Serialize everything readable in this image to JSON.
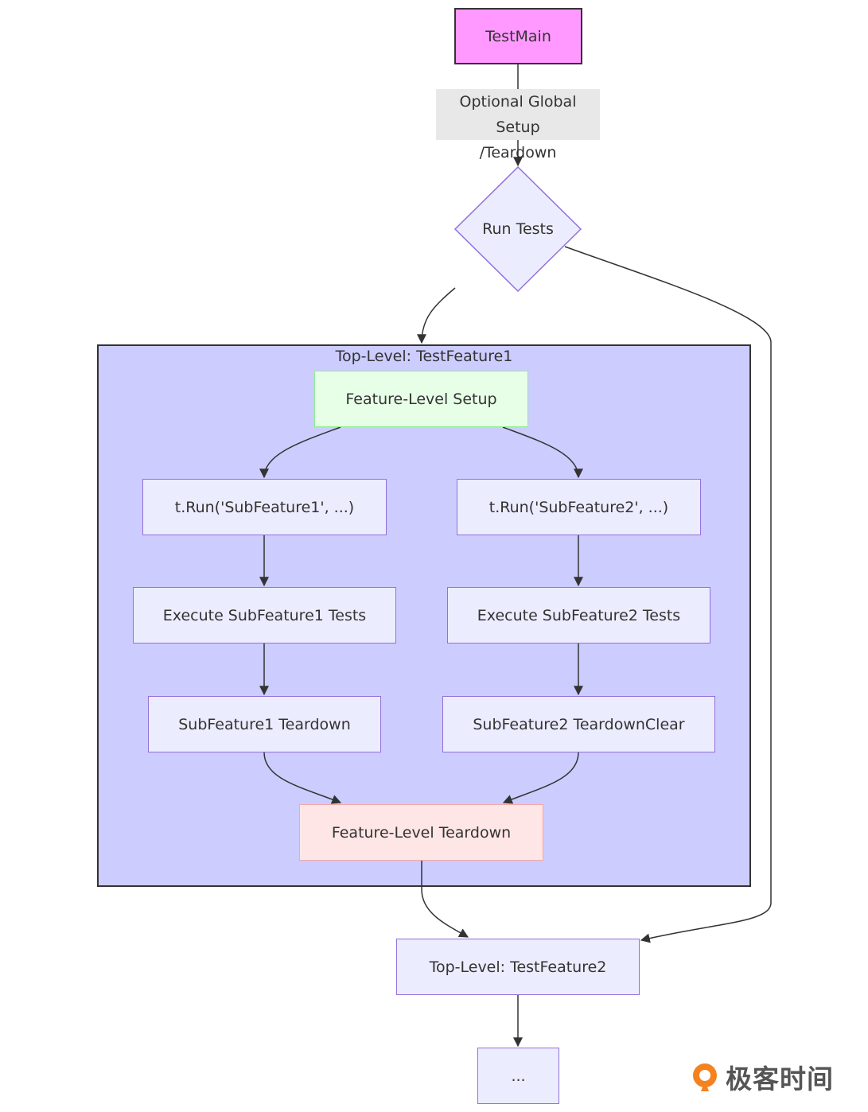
{
  "nodes": {
    "testmain": {
      "label": "TestMain",
      "fill": "#ff99ff",
      "stroke": "#333333"
    },
    "run_tests": {
      "label": "Run Tests"
    },
    "feature_setup": {
      "label": "Feature-Level Setup",
      "fill": "#e6ffe6",
      "stroke": "#90ee90"
    },
    "run_sub1": {
      "label": "t.Run('SubFeature1', ...)"
    },
    "run_sub2": {
      "label": "t.Run('SubFeature2', ...)"
    },
    "exec_sub1": {
      "label": "Execute SubFeature1 Tests"
    },
    "exec_sub2": {
      "label": "Execute SubFeature2 Tests"
    },
    "teardown_sub1": {
      "label": "SubFeature1 Teardown"
    },
    "teardown_sub2": {
      "label": "SubFeature2 TeardownClear"
    },
    "feature_teardown": {
      "label": "Feature-Level Teardown",
      "fill": "#ffe6e6",
      "stroke": "#f4a7a7"
    },
    "feature2": {
      "label": "Top-Level: TestFeature2"
    },
    "ellipsis": {
      "label": "..."
    }
  },
  "edge_labels": {
    "global_setup_line1": "Optional Global Setup",
    "global_setup_line2": "/Teardown"
  },
  "cluster": {
    "title": "Top-Level: TestFeature1",
    "fill": "#ccccff",
    "stroke": "#333333"
  },
  "edges": [
    [
      "testmain",
      "run_tests"
    ],
    [
      "run_tests",
      "feature_setup"
    ],
    [
      "run_tests",
      "feature2"
    ],
    [
      "feature_setup",
      "run_sub1"
    ],
    [
      "feature_setup",
      "run_sub2"
    ],
    [
      "run_sub1",
      "exec_sub1"
    ],
    [
      "run_sub2",
      "exec_sub2"
    ],
    [
      "exec_sub1",
      "teardown_sub1"
    ],
    [
      "exec_sub2",
      "teardown_sub2"
    ],
    [
      "teardown_sub1",
      "feature_teardown"
    ],
    [
      "teardown_sub2",
      "feature_teardown"
    ],
    [
      "feature_teardown",
      "feature2"
    ],
    [
      "feature2",
      "ellipsis"
    ]
  ],
  "logo": {
    "text": "极客时间",
    "icon": "geektime-logo-icon",
    "color": "#f5821f"
  },
  "colors": {
    "node_fill": "#ececff",
    "node_stroke": "#9370db",
    "edge": "#333333"
  }
}
